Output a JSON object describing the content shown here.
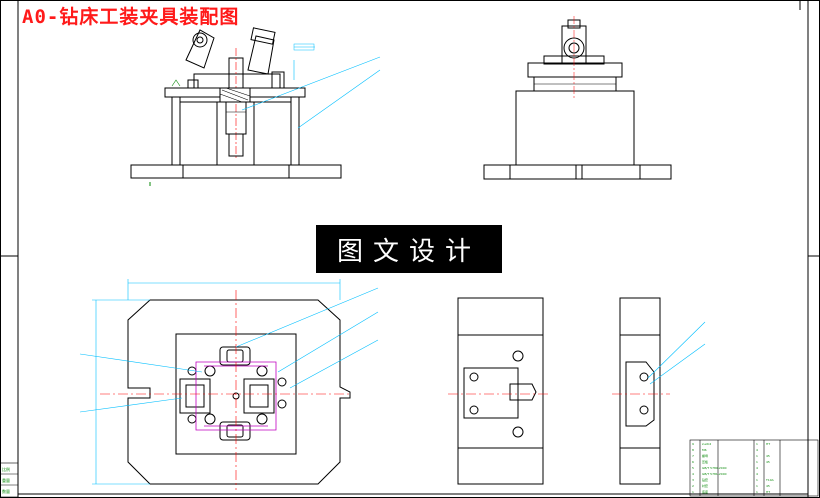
{
  "title": "A0-钻床工装夹具装配图",
  "watermark": "图文设计",
  "colors": {
    "line": "#000000",
    "dim": "#00bfff",
    "center": "#ff0000",
    "part_part": "#c000c0",
    "title": "#ff1a1a",
    "watermark_bg": "#000000"
  },
  "left_strip": {
    "labels": [
      "比例",
      "重量",
      "数量"
    ]
  },
  "bom": {
    "rows": [
      {
        "no": "9",
        "name": "zuoti2",
        "qty": "1",
        "mat": "HT"
      },
      {
        "no": "8",
        "name": "M6",
        "qty": "4",
        "mat": ""
      },
      {
        "no": "7",
        "name": "螺母",
        "qty": "1",
        "mat": "45"
      },
      {
        "no": "6",
        "name": "压板",
        "qty": "1",
        "mat": "45"
      },
      {
        "no": "5",
        "name": "GB/T 5780-2000",
        "qty": "4",
        "mat": ""
      },
      {
        "no": "4",
        "name": "GB/T 5781-2000",
        "qty": "4",
        "mat": ""
      },
      {
        "no": "3",
        "name": "钻套",
        "qty": "1",
        "mat": "T10A"
      },
      {
        "no": "2",
        "name": "衬套",
        "qty": "1",
        "mat": "45"
      },
      {
        "no": "1",
        "name": "底座",
        "qty": "1",
        "mat": "HT"
      }
    ]
  }
}
